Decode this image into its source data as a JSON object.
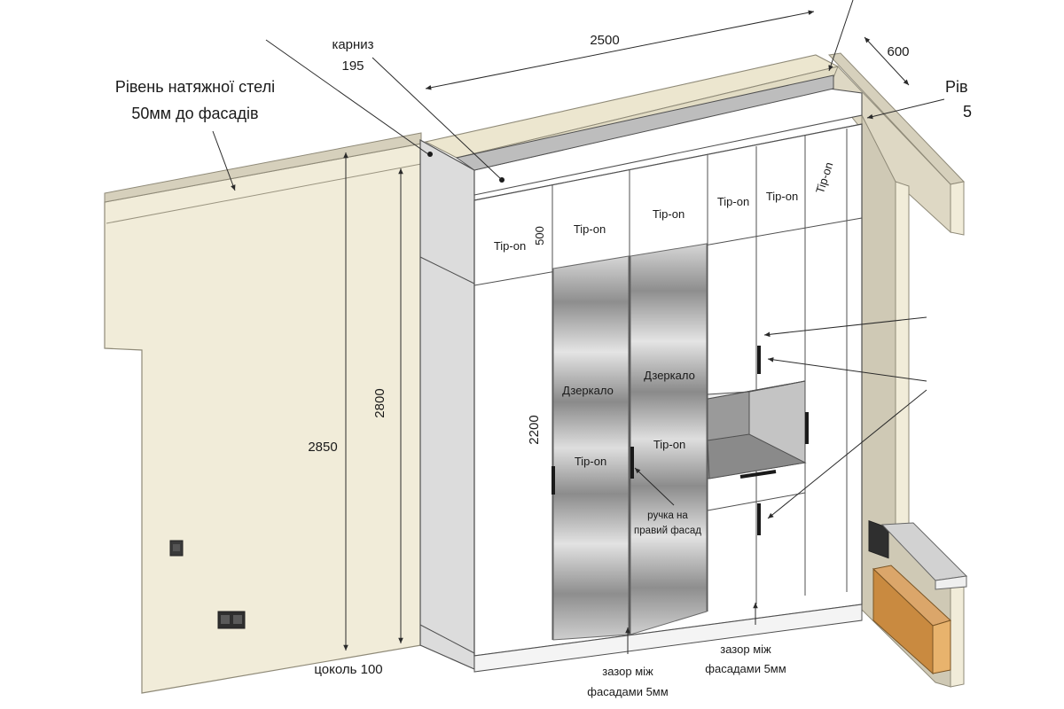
{
  "labels": {
    "ceiling_level_line1": "Рівень натяжної стелі",
    "ceiling_level_line2": "50мм до фасадів",
    "cornice_word": "карниз",
    "cornice_value": "195",
    "width_total": "2500",
    "depth": "600",
    "right_cut_1": "Рів",
    "right_cut_2": "5",
    "height_2850": "2850",
    "height_2800": "2800",
    "height_2200": "2200",
    "height_500": "500",
    "plinth": "цоколь 100",
    "gap_left_line1": "зазор між",
    "gap_left_line2": "фасадами 5мм",
    "gap_right_line1": "зазор між",
    "gap_right_line2": "фасадами 5мм",
    "mirror_left": "Дзеркало",
    "mirror_right": "Дзеркало",
    "tipon_mid_left": "Tip-on",
    "tipon_mid_right": "Tip-on",
    "handle_note_line1": "ручка на",
    "handle_note_line2": "правий фасад",
    "tipon_top_1": "Tip-on",
    "tipon_top_2": "Tip-on",
    "tipon_top_3": "Tip-on",
    "tipon_top_4": "Tip-on",
    "tipon_top_5": "Tip-on",
    "tipon_top_6": "Tip-on"
  },
  "colors": {
    "wall": "#f1ecd9",
    "wall_side": "#d6d0bc",
    "wall_edge": "#8f8a78",
    "cabinet_side": "#dcdcdc",
    "cabinet_front": "#ffffff",
    "mirror": "#b4b4b4",
    "outline": "#505050",
    "wood": "#c98a40"
  }
}
